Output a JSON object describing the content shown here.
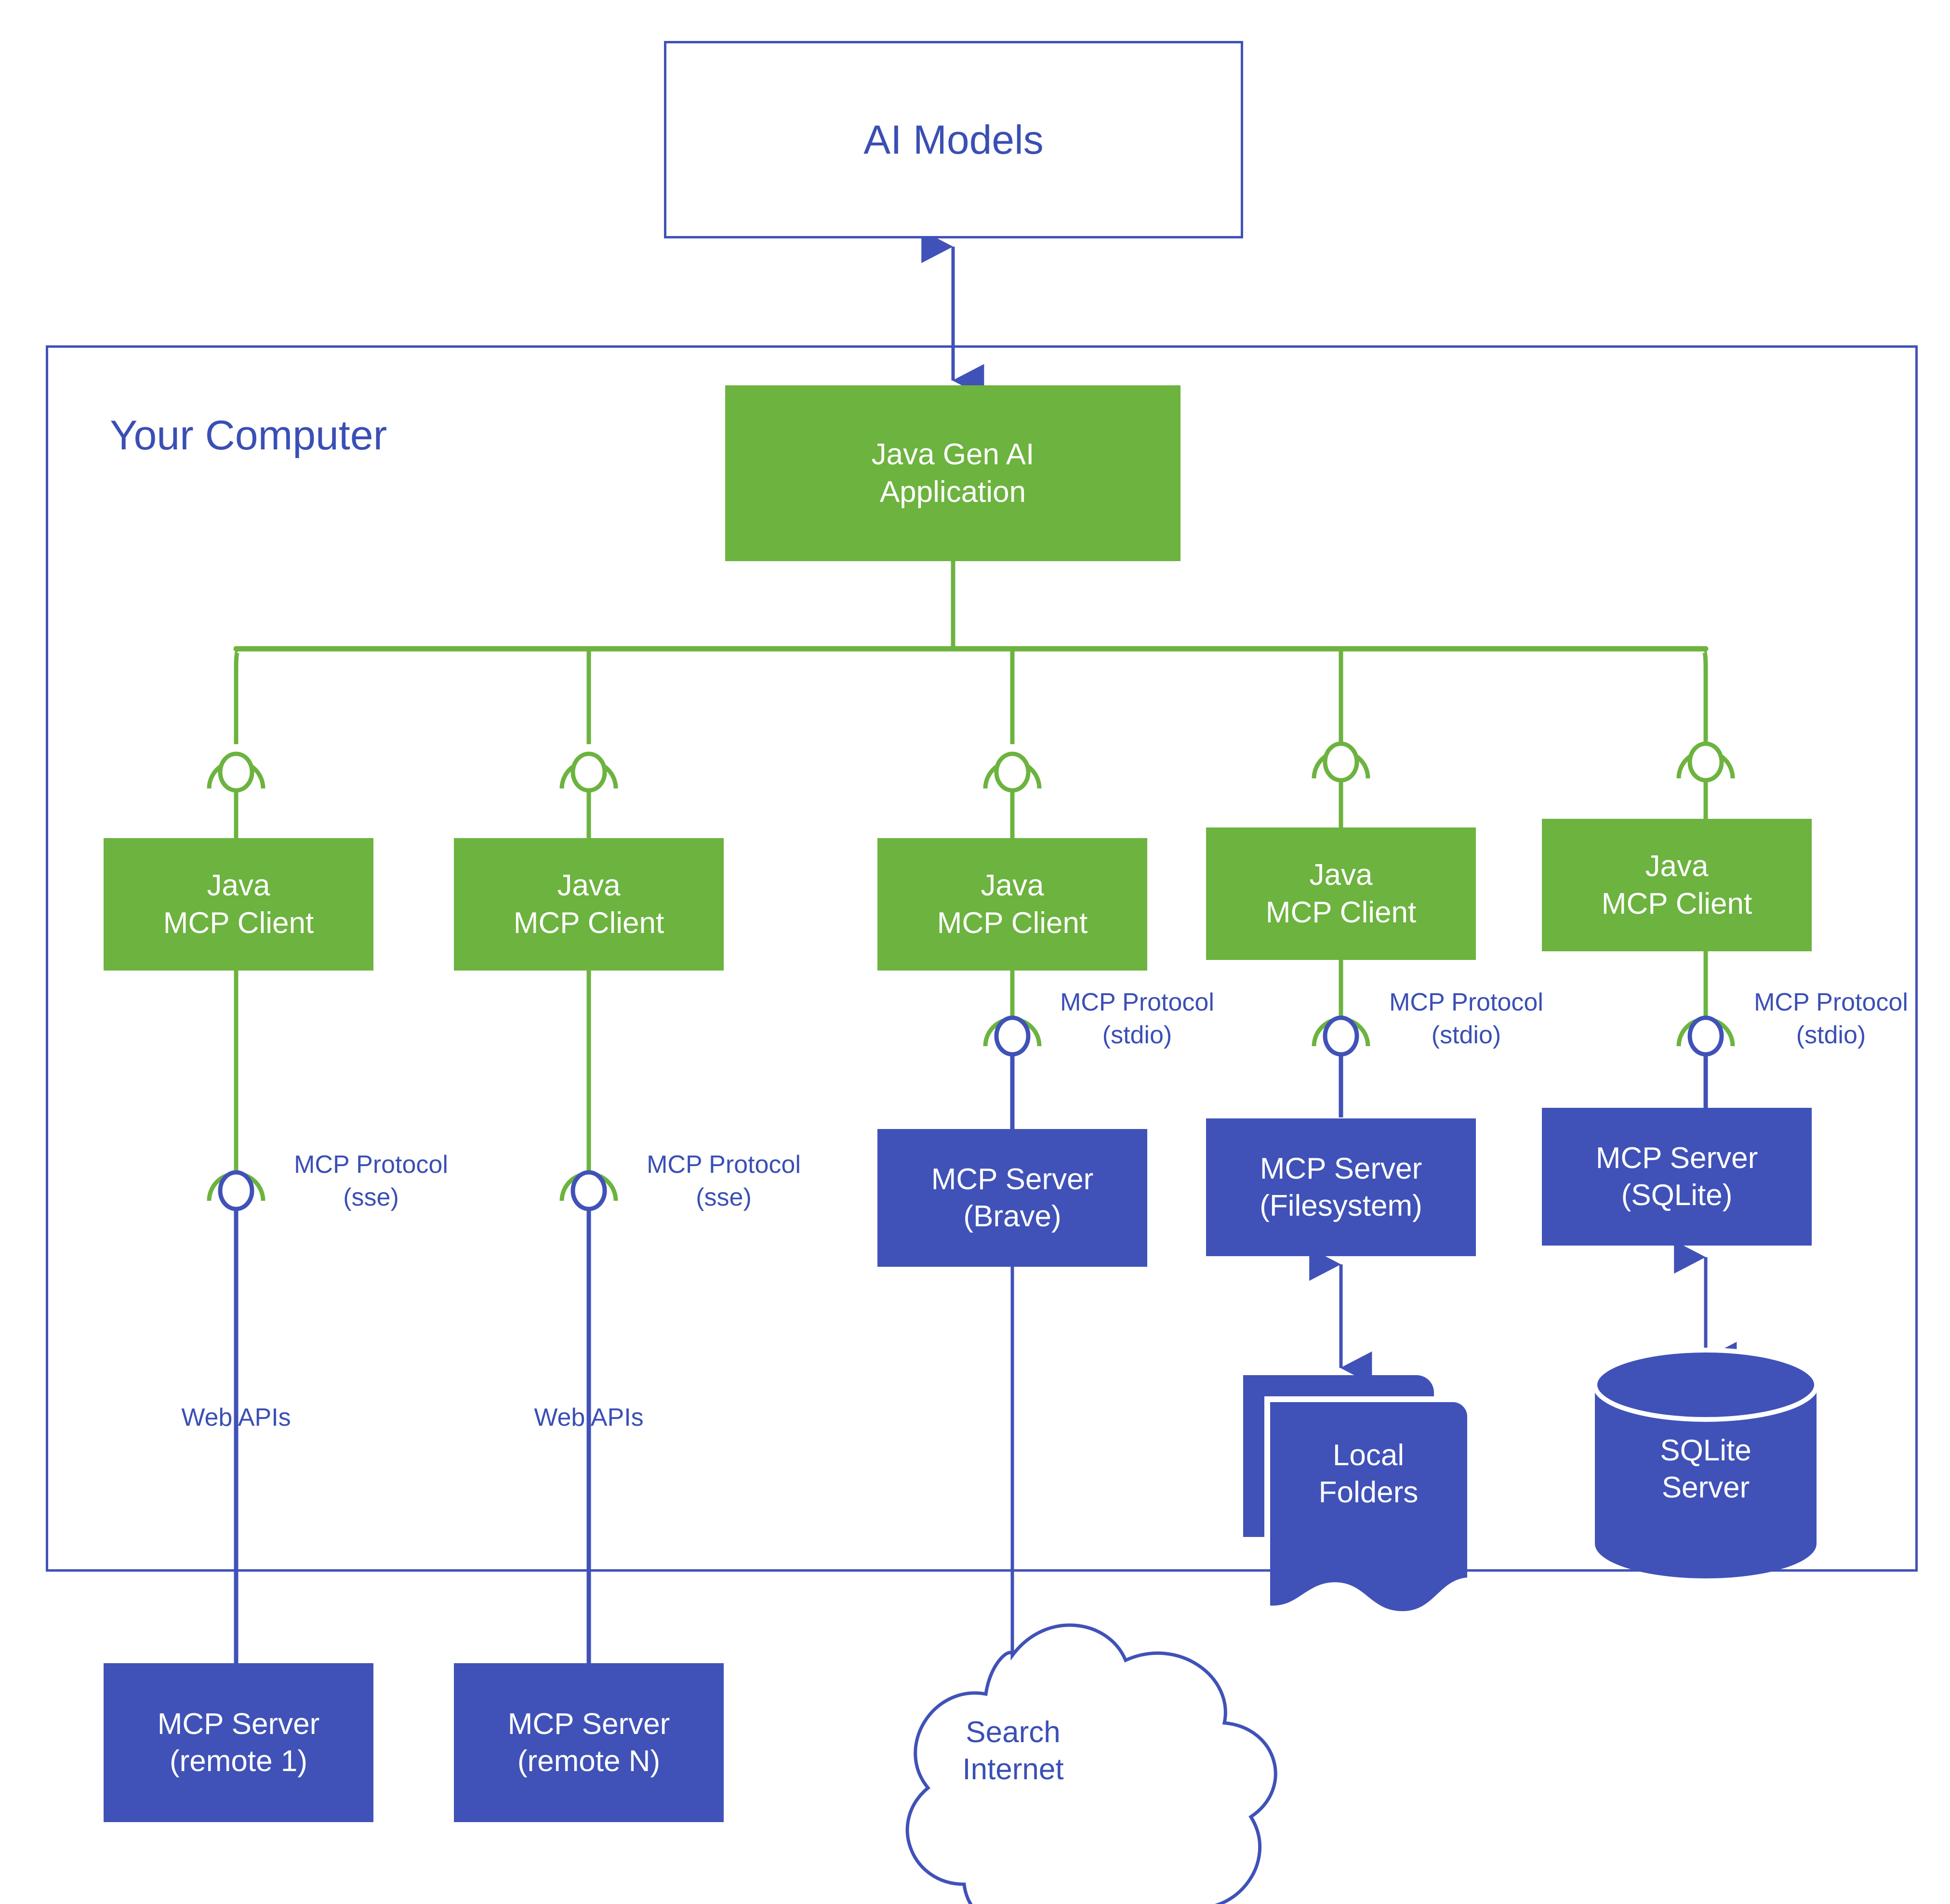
{
  "diagram": {
    "title": "Java Gen AI MCP Architecture",
    "colors": {
      "green": "#6CB33F",
      "blue": "#4052B8",
      "text_blue": "#3A4FB5",
      "white": "#FFFFFF"
    },
    "container": {
      "label": "Your Computer"
    },
    "ai_models": {
      "label": "AI Models"
    },
    "application": {
      "label": "Java Gen AI\nApplication"
    },
    "clients": [
      {
        "label": "Java\nMCP Client"
      },
      {
        "label": "Java\nMCP Client"
      },
      {
        "label": "Java\nMCP Client"
      },
      {
        "label": "Java\nMCP Client"
      },
      {
        "label": "Java\nMCP Client"
      }
    ],
    "protocol_labels": [
      {
        "label": "MCP Protocol\n(sse)"
      },
      {
        "label": "MCP Protocol\n(sse)"
      },
      {
        "label": "MCP Protocol\n(stdio)"
      },
      {
        "label": "MCP Protocol\n(stdio)"
      },
      {
        "label": "MCP Protocol\n(stdio)"
      }
    ],
    "web_api_labels": [
      {
        "label": "Web APIs"
      },
      {
        "label": "Web APIs"
      }
    ],
    "servers_local": [
      {
        "label": "MCP Server\n(Brave)"
      },
      {
        "label": "MCP Server\n(Filesystem)"
      },
      {
        "label": "MCP Server\n(SQLite)"
      }
    ],
    "servers_remote": [
      {
        "label": "MCP Server\n(remote 1)"
      },
      {
        "label": "MCP Server\n(remote N)"
      }
    ],
    "resources": [
      {
        "label": "Local\nFolders",
        "icon": "folder-stack-icon"
      },
      {
        "label": "SQLite\nServer",
        "icon": "database-cylinder-icon"
      },
      {
        "label": "Search\nInternet",
        "icon": "cloud-icon"
      }
    ]
  }
}
